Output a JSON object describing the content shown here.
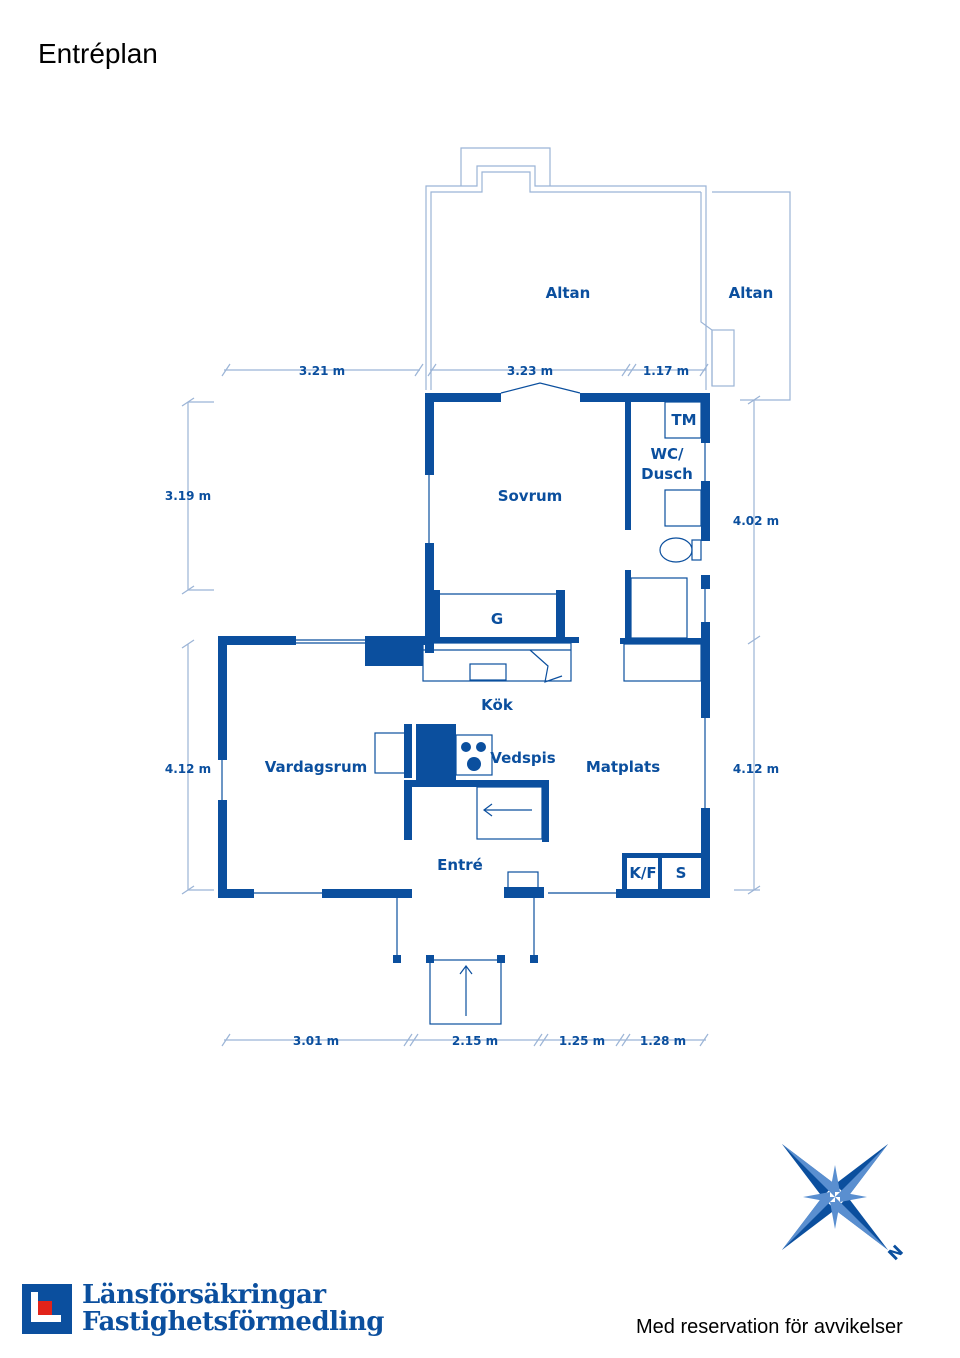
{
  "title": "Entréplan",
  "rooms": {
    "altan_main": "Altan",
    "altan_side": "Altan",
    "tm": "TM",
    "wc_line1": "WC/",
    "wc_line2": "Dusch",
    "sovrum": "Sovrum",
    "g": "G",
    "kok": "Kök",
    "vedspis": "Vedspis",
    "vardagsrum": "Vardagsrum",
    "matplats": "Matplats",
    "entre": "Entré",
    "kf": "K/F",
    "s": "S"
  },
  "dimensions": {
    "top_1": "3.21 m",
    "top_2": "3.23 m",
    "top_3": "1.17 m",
    "left_upper": "3.19 m",
    "left_lower": "4.12 m",
    "right_upper": "4.02 m",
    "right_lower": "4.12 m",
    "bottom_1": "3.01 m",
    "bottom_2": "2.15 m",
    "bottom_3": "1.25 m",
    "bottom_4": "1.28 m"
  },
  "compass": {
    "north_label": "N"
  },
  "logo": {
    "line1": "Länsförsäkringar",
    "line2": "Fastighetsförmedling"
  },
  "disclaimer": "Med reservation för avvikelser",
  "colors": {
    "plan_blue": "#0b4f9e",
    "logo_red": "#e2231a",
    "compass_light": "#5a8fd0"
  }
}
